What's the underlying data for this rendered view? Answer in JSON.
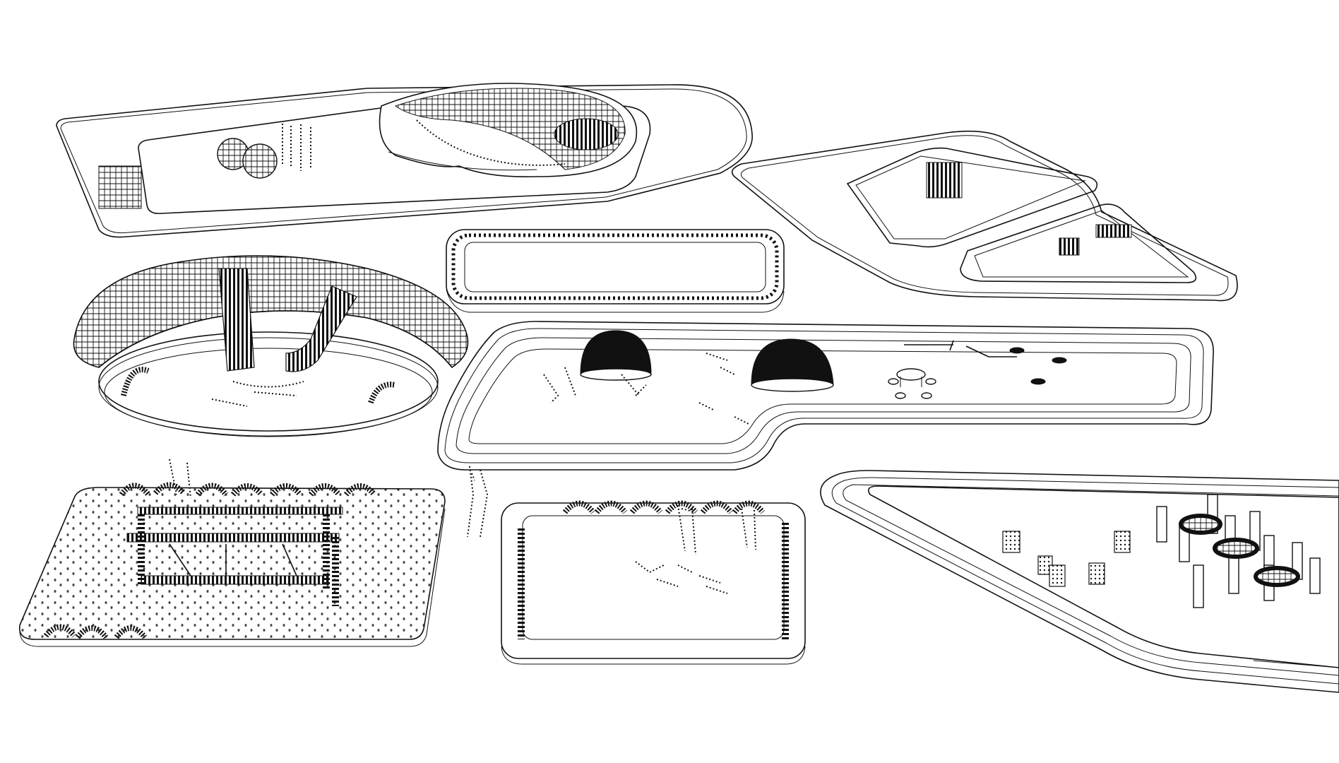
{
  "diagram": {
    "kind": "axonometric line drawing of playground modules",
    "colors": {
      "ink": "#111111",
      "background": "#ffffff"
    },
    "modules": [
      {
        "id": "crescent-mound-lot"
      },
      {
        "id": "triangle-bays-lot"
      },
      {
        "id": "empty-rounded-frame"
      },
      {
        "id": "ring-mound-slides"
      },
      {
        "id": "domes-track-lot"
      },
      {
        "id": "swing-frame-lot"
      },
      {
        "id": "small-square-lot"
      },
      {
        "id": "pillars-track-lot"
      }
    ]
  }
}
